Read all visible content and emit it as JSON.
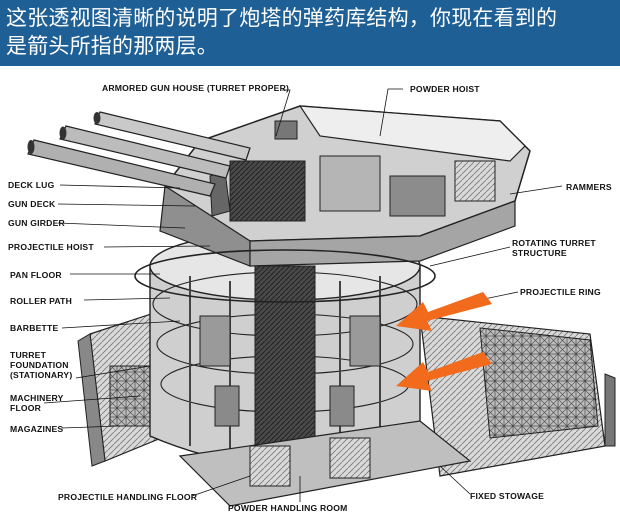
{
  "caption": {
    "line1": "这张透视图清晰的说明了炮塔的弹药库结构，你现在看到的",
    "line2": "是箭头所指的那两层。"
  },
  "colors": {
    "banner": "#1e5f96",
    "arrow": "#f26a1b",
    "ink": "#111111"
  },
  "labels": {
    "armored_gun_house": "ARMORED GUN HOUSE (TURRET PROPER)",
    "powder_hoist": "POWDER HOIST",
    "deck_lug": "DECK LUG",
    "gun_deck": "GUN DECK",
    "gun_girder": "GUN GIRDER",
    "projectile_hoist": "PROJECTILE HOIST",
    "pan_floor": "PAN FLOOR",
    "roller_path": "ROLLER PATH",
    "barbette": "BARBETTE",
    "turret_foundation": "TURRET FOUNDATION (STATIONARY)",
    "machinery_floor": "MACHINERY FLOOR",
    "magazines": "MAGAZINES",
    "rammers": "RAMMERS",
    "rotating_structure": "ROTATING TURRET STRUCTURE",
    "projectile_ring": "PROJECTILE RING",
    "projectile_handling_floor": "PROJECTILE HANDLING FLOOR",
    "powder_handling_room": "POWDER HANDLING ROOM",
    "fixed_stowage": "FIXED STOWAGE"
  }
}
